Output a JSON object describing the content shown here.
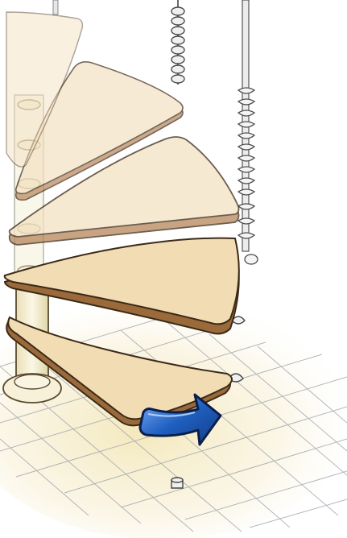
{
  "illustration": {
    "subject": "spiral-staircase-assembly",
    "treads_count": 5,
    "highlighted_step": 5,
    "arrow": {
      "icon": "curved-arrow-icon",
      "direction": "right"
    },
    "colors": {
      "tread_top": "#f2dcb4",
      "tread_edge": "#9a6a3a",
      "pole": "#f5efcc",
      "pole_outline": "#5a4a30",
      "floor_grid": "#9aa0a8",
      "floor_glow": "#f3e7b8",
      "arrow_fill": "#1f5fbf",
      "arrow_highlight": "#7fb2ff",
      "arrow_outline": "#0b1f4a",
      "handrail_baluster": "#e9e9e9",
      "outline": "#3b3b3b"
    }
  }
}
